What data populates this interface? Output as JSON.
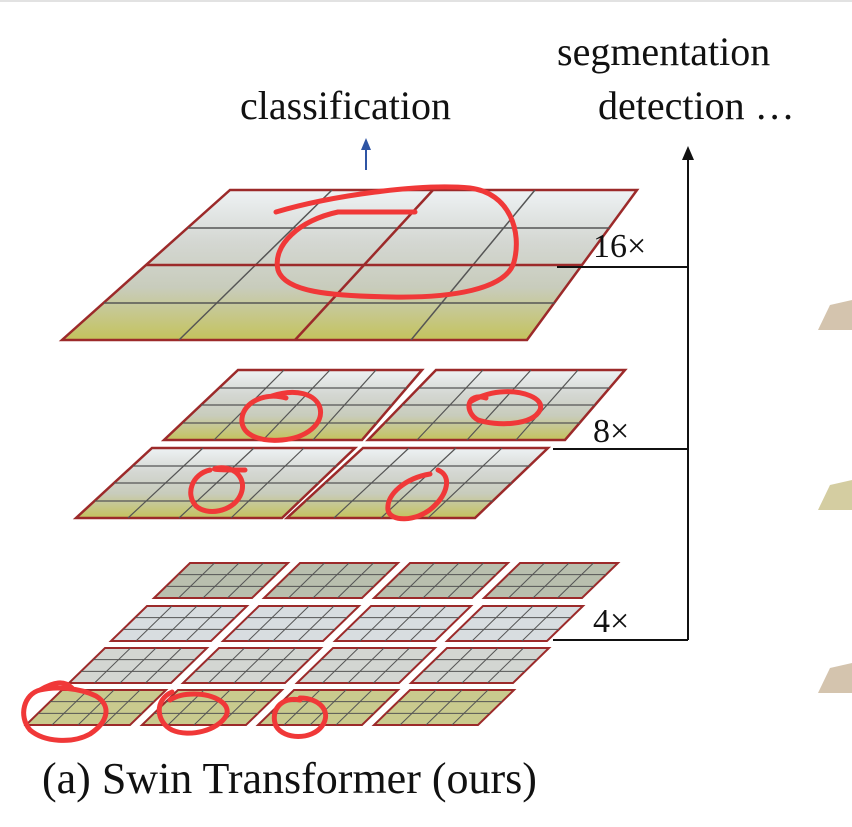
{
  "labels": {
    "segmentation": "segmentation",
    "detection": "detection …",
    "classification": "classification",
    "caption": "(a) Swin Transformer (ours)"
  },
  "scales": {
    "s16": "16×",
    "s8": "8×",
    "s4": "4×"
  },
  "colors": {
    "window_border": "#9c2a2a",
    "grid_line": "#555555",
    "annotation": "#f03838",
    "arrow_blue": "#2f55a4",
    "image_sky": "#e8eef2",
    "image_building": "#c9ccc6",
    "image_foliage": "#c9c95a"
  }
}
